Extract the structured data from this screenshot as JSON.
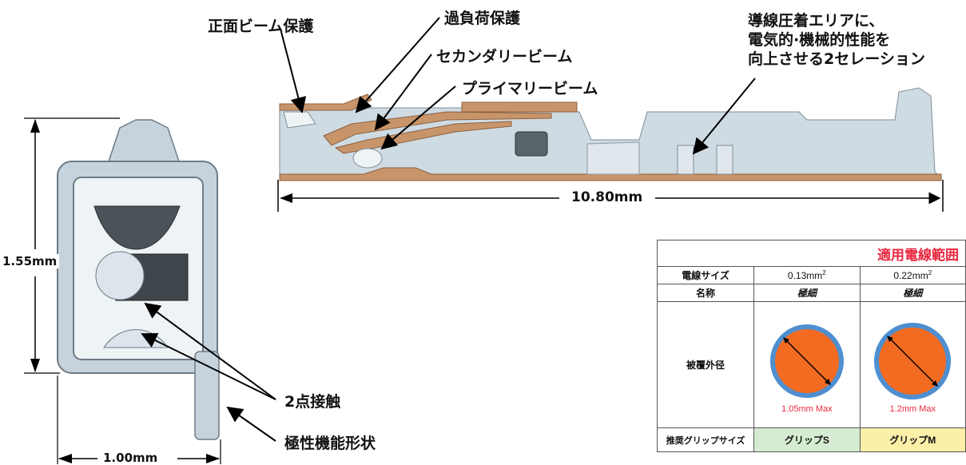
{
  "labels": {
    "front_beam_protection": "正面ビーム保護",
    "overload_protection": "過負荷保護",
    "secondary_beam": "セカンダリービーム",
    "primary_beam": "プライマリービーム",
    "crimp_note_line1": "導線圧着エリアに、",
    "crimp_note_line2": "電気的·機械的性能を",
    "crimp_note_line3": "向上させる2セレーション",
    "two_point_contact": "2点接触",
    "polarity_shape": "極性機能形状"
  },
  "dimensions": {
    "length": "10.80mm",
    "height": "1.55mm",
    "width": "1.00mm"
  },
  "table": {
    "title": "適用電線範囲",
    "rows": {
      "wire_size": "電線サイズ",
      "name": "名称",
      "outer_diameter": "被覆外径",
      "recommended_grip": "推奨グリップサイズ"
    },
    "columns": [
      {
        "size": "0.13mm",
        "sup": "2",
        "name": "極細",
        "max": "1.05mm Max",
        "grip": "グリップS"
      },
      {
        "size": "0.22mm",
        "sup": "2",
        "name": "極細",
        "max": "1.2mm Max",
        "grip": "グリップM"
      }
    ]
  },
  "colors": {
    "copper": "#c8956a",
    "metal": "#c6d3dc",
    "metal_dark": "#8a98a3",
    "title_red": "#e8283f",
    "wire_orange": "#f26b21",
    "wire_ring": "#4f8fd0"
  }
}
